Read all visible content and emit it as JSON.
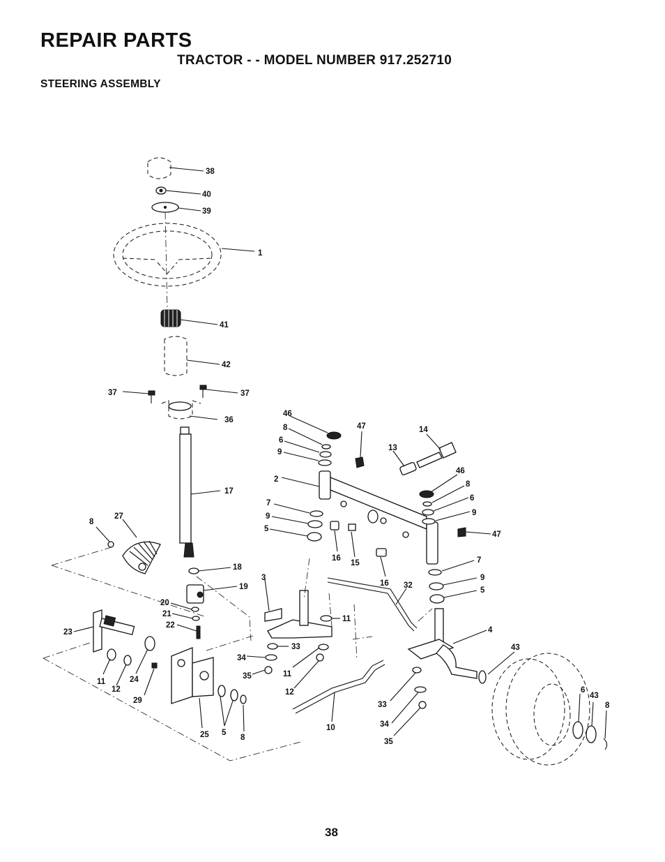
{
  "header": {
    "title": "REPAIR PARTS",
    "subtitle": "TRACTOR - - MODEL NUMBER 917.252710",
    "section": "STEERING ASSEMBLY"
  },
  "page_number": "38",
  "callouts": {
    "c38": "38",
    "c40": "40",
    "c39": "39",
    "c1": "1",
    "c41": "41",
    "c42": "42",
    "c37a": "37",
    "c37b": "37",
    "c36": "36",
    "c17": "17",
    "c27": "27",
    "c8a": "8",
    "c18": "18",
    "c19": "19",
    "c3": "3",
    "c20": "20",
    "c21": "21",
    "c22": "22",
    "c23": "23",
    "c11a": "11",
    "c12a": "12",
    "c24": "24",
    "c29": "29",
    "c25": "25",
    "c5a": "5",
    "c8b": "8",
    "c34a": "34",
    "c33a": "33",
    "c35a": "35",
    "c11b": "11",
    "c11c": "11",
    "c12b": "12",
    "c10": "10",
    "c46a": "46",
    "c8c": "8",
    "c6a": "6",
    "c9a": "9",
    "c2": "2",
    "c7a": "7",
    "c9b": "9",
    "c5b": "5",
    "c16a": "16",
    "c15": "15",
    "c16b": "16",
    "c47a": "47",
    "c13": "13",
    "c14": "14",
    "c46b": "46",
    "c8d": "8",
    "c6b": "6",
    "c9c": "9",
    "c47b": "47",
    "c7b": "7",
    "c9d": "9",
    "c5c": "5",
    "c32": "32",
    "c4": "4",
    "c43a": "43",
    "c33b": "33",
    "c34b": "34",
    "c35b": "35",
    "c6c": "6",
    "c43b": "43",
    "c8e": "8"
  }
}
